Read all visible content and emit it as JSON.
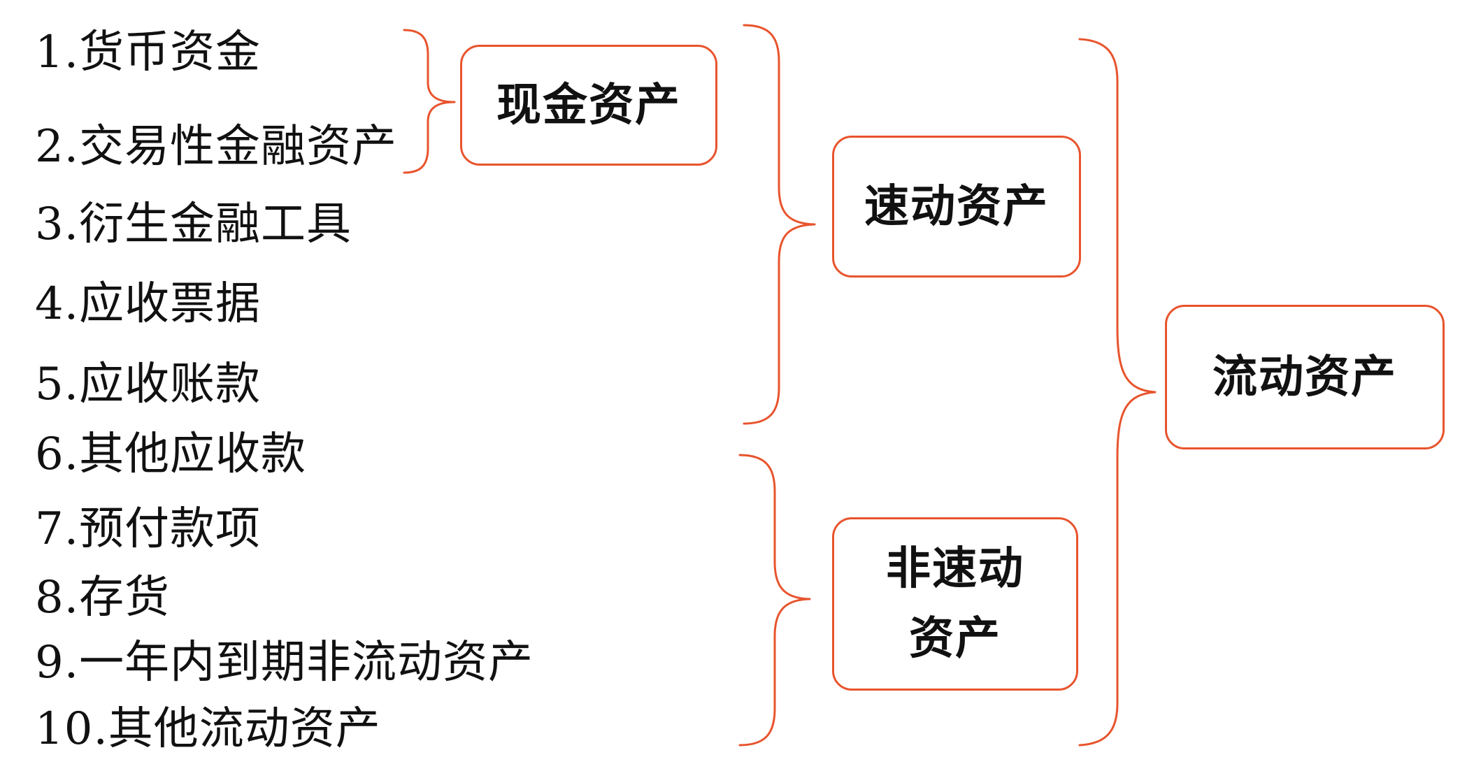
{
  "items": [
    "1.货币资金",
    "2.交易性金融资产",
    "3.衍生金融工具",
    "4.应收票据",
    "5.应收账款",
    "6.其他应收款",
    "7.预付款项",
    "8.存货",
    "9.一年内到期非流动资产",
    "10.其他流动资产"
  ],
  "boxes": {
    "cash_assets": "现金资产",
    "quick_assets": "速动资产",
    "non_quick_line1": "非速动",
    "non_quick_line2": "资产",
    "current_assets": "流动资产"
  },
  "colors": {
    "accent": "#e8542d",
    "text": "#111111",
    "background": "#ffffff"
  }
}
